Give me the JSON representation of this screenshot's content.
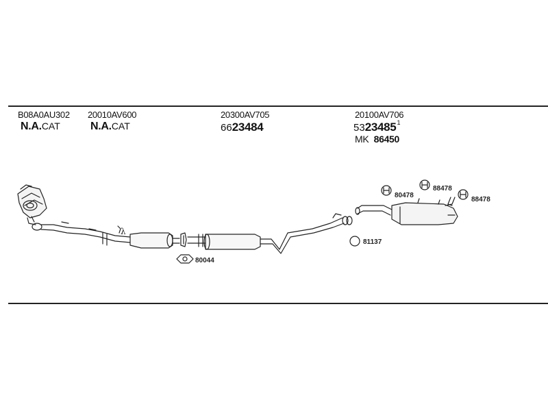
{
  "columns": [
    {
      "code": "B08A0AU302",
      "desc_bold": "N.A.",
      "desc_rest": "CAT"
    },
    {
      "code": "20010AV600",
      "desc_bold": "N.A.",
      "desc_rest": "CAT"
    },
    {
      "code": "20300AV705",
      "num_prefix": "66",
      "num_main": "23484"
    },
    {
      "code": "20100AV706",
      "num_prefix": "53",
      "num_main": "23485",
      "num_sup": "1",
      "mk_prefix": "MK",
      "mk_value": "86450"
    }
  ],
  "parts": {
    "gasket": "80044",
    "ring": "81137",
    "hanger_a": "80478",
    "hanger_b": "88478",
    "hanger_c": "88478"
  },
  "symbols": {
    "lambda": "λ"
  },
  "colors": {
    "line": "#222222",
    "background": "#ffffff"
  }
}
